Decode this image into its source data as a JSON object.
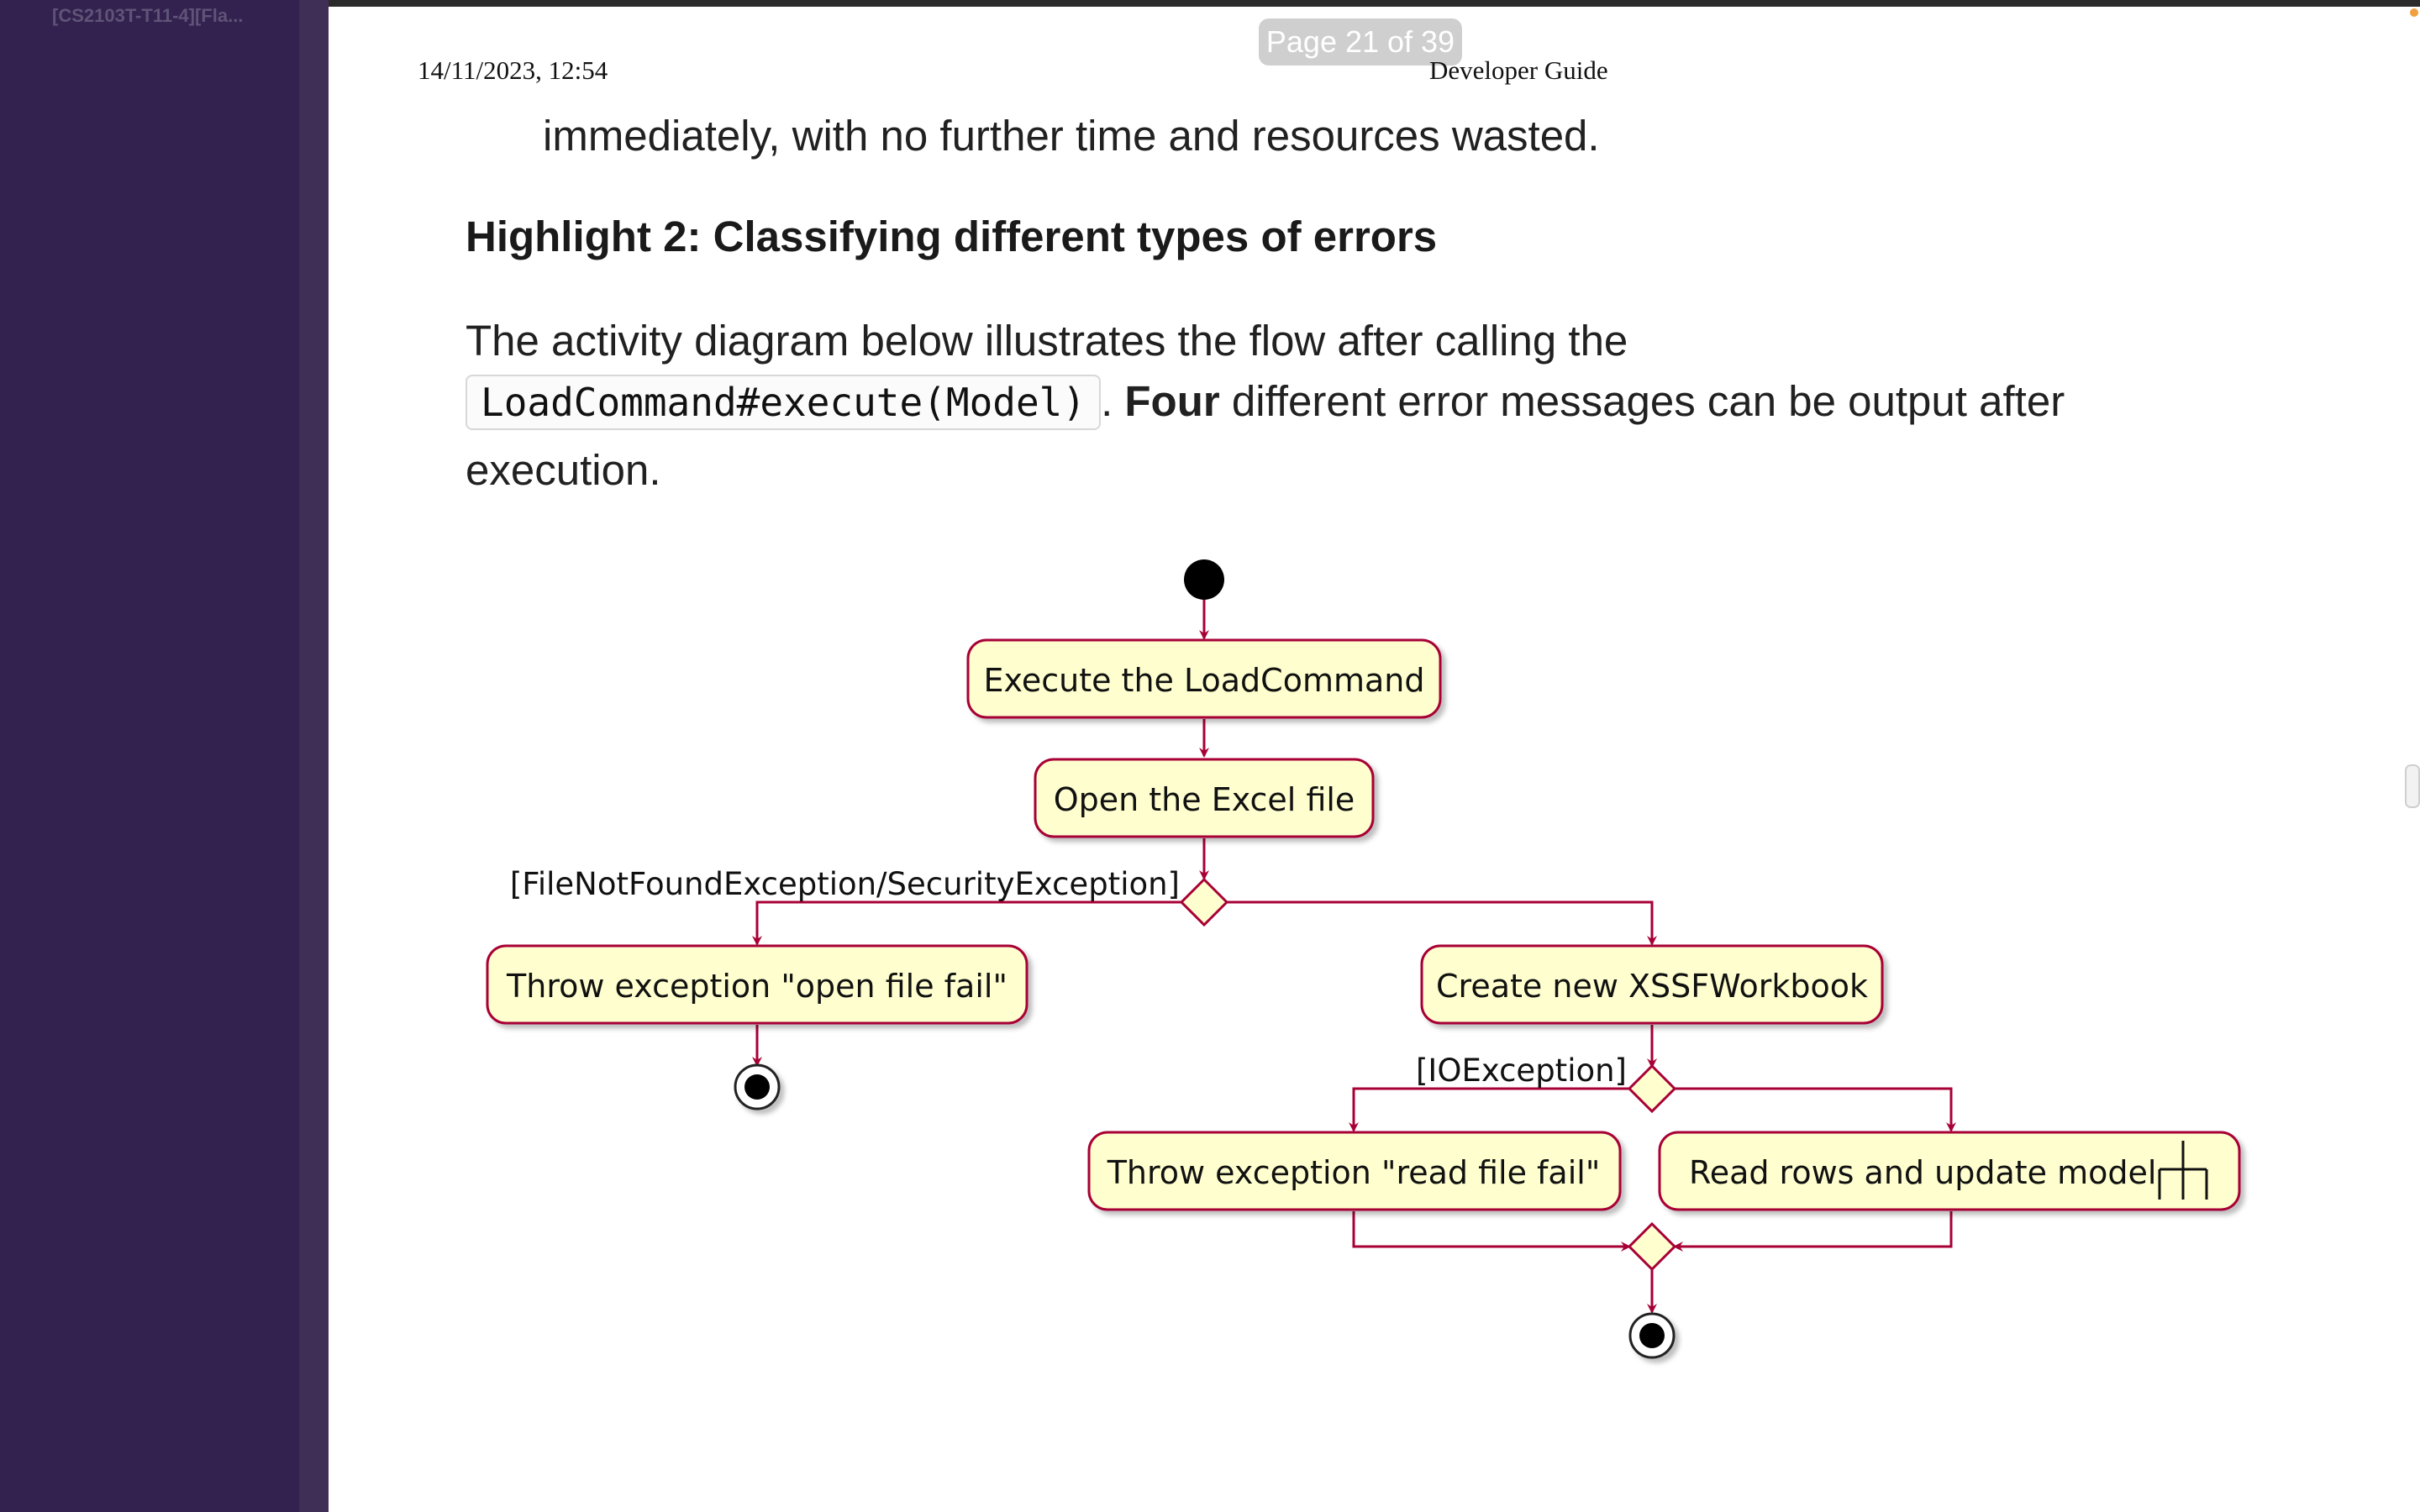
{
  "window": {
    "sidebar_title": "[CS2103T-T11-4][Fla..."
  },
  "page_indicator": "Page 21 of 39",
  "header": {
    "timestamp": "14/11/2023, 12:54",
    "doc_title": "Developer Guide"
  },
  "content": {
    "carryover_line": "immediately, with no further time and resources wasted.",
    "heading": "Highlight 2: Classifying different types of errors",
    "para_line1": "The activity diagram below illustrates the flow after calling the",
    "code": "LoadCommand#execute(Model)",
    "para_sep": ". ",
    "para_bold": "Four",
    "para_rest": " different error messages can be output after",
    "para_line3": "execution."
  },
  "diagram": {
    "nodes": {
      "execute": "Execute the LoadCommand",
      "open": "Open the Excel file",
      "throw_open": "Throw exception \"open file fail\"",
      "create": "Create new XSSFWorkbook",
      "throw_read": "Throw exception \"read file fail\"",
      "read_rows": "Read rows and update model"
    },
    "guards": {
      "file_not_found": "[FileNotFoundException/SecurityException]",
      "io": "[IOException]"
    },
    "colors": {
      "fill": "#fefece",
      "stroke": "#a80036",
      "text": "#111111"
    }
  }
}
